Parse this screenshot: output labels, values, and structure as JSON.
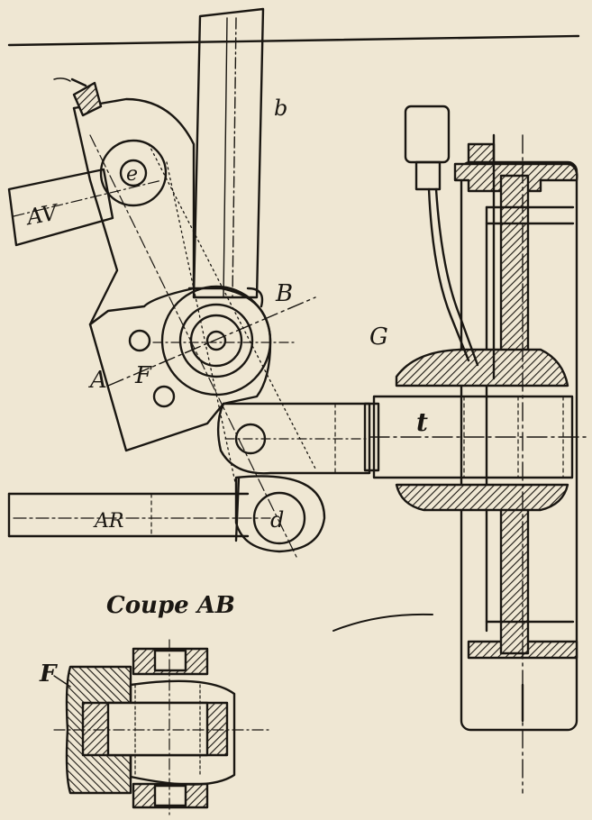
{
  "diagram": {
    "labels": {
      "b": "b",
      "e": "e",
      "AV": "AV",
      "B": "B",
      "G": "G",
      "A": "A",
      "F": "F",
      "t": "t",
      "AR": "AR",
      "d": "d"
    },
    "section": {
      "caption": "Coupe AB",
      "label_F": "F"
    }
  },
  "colors": {
    "ink": "#1a1712",
    "paper": "#efe7d3",
    "hatch": "#1a1712"
  }
}
